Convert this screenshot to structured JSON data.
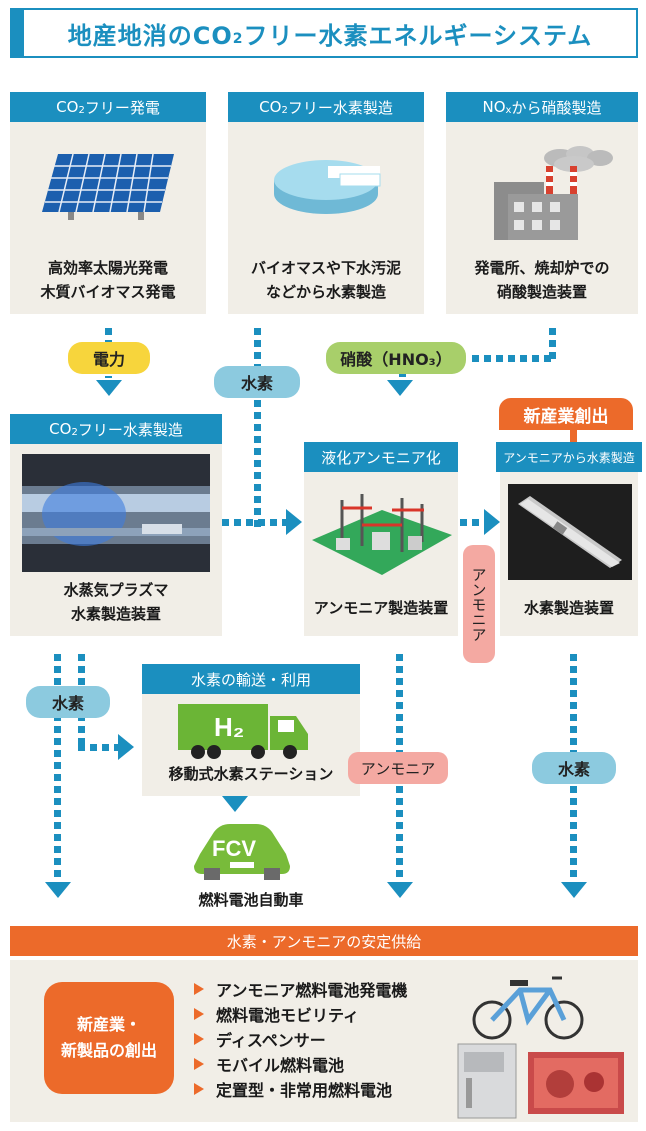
{
  "title": {
    "main": "地産地消のCO",
    "sub": "2",
    "rest": "フリー水素エネルギーシステム"
  },
  "top_row": [
    {
      "header_pre": "CO",
      "header_sub": "2",
      "header_post": "フリー発電",
      "caption_1": "高効率太陽光発電",
      "caption_2": "木質バイオマス発電",
      "image": "solar-panel-icon"
    },
    {
      "header_pre": "CO",
      "header_sub": "2",
      "header_post": "フリー水素製造",
      "caption_1": "バイオマスや下水汚泥",
      "caption_2": "などから水素製造",
      "image": "disc-icon"
    },
    {
      "header_pre": "NO",
      "header_sub": "x",
      "header_post": "から硝酸製造",
      "caption_1": "発電所、焼却炉での",
      "caption_2": "硝酸製造装置",
      "image": "factory-icon"
    }
  ],
  "flows": {
    "electricity": "電力",
    "hydrogen_1": "水素",
    "nitric_acid": "硝酸（HNO₃）",
    "ammonia_vertical": "アンモニア",
    "hydrogen_2": "水素",
    "ammonia_2": "アンモニア",
    "hydrogen_3": "水素"
  },
  "new_industry_tag": "新産業創出",
  "middle_row": [
    {
      "header_pre": "CO",
      "header_sub": "2",
      "header_post": "フリー水素製造",
      "caption_1": "水蒸気プラズマ",
      "caption_2": "水素製造装置",
      "image": "plasma-tube-photo"
    },
    {
      "header": "液化アンモニア化",
      "caption_1": "アンモニア製造装置",
      "image": "ammonia-plant-photo"
    },
    {
      "header": "アンモニアから水素製造",
      "caption_1": "水素製造装置",
      "image": "hydrogen-tube-photo"
    }
  ],
  "transport": {
    "header": "水素の輸送・利用",
    "truck_label": "H₂",
    "caption": "移動式水素ステーション"
  },
  "fcv": {
    "label": "FCV",
    "caption": "燃料電池自動車"
  },
  "supply_bar": "水素・アンモニアの安定供給",
  "bottom": {
    "badge_line1": "新産業・",
    "badge_line2": "新製品の創出",
    "items": [
      "アンモニア燃料電池発電機",
      "燃料電池モビリティ",
      "ディスペンサー",
      "モバイル燃料電池",
      "定置型・非常用燃料電池"
    ]
  },
  "colors": {
    "blue": "#1b8fbf",
    "orange": "#ec6a2a",
    "panel": "#f1eee7"
  }
}
